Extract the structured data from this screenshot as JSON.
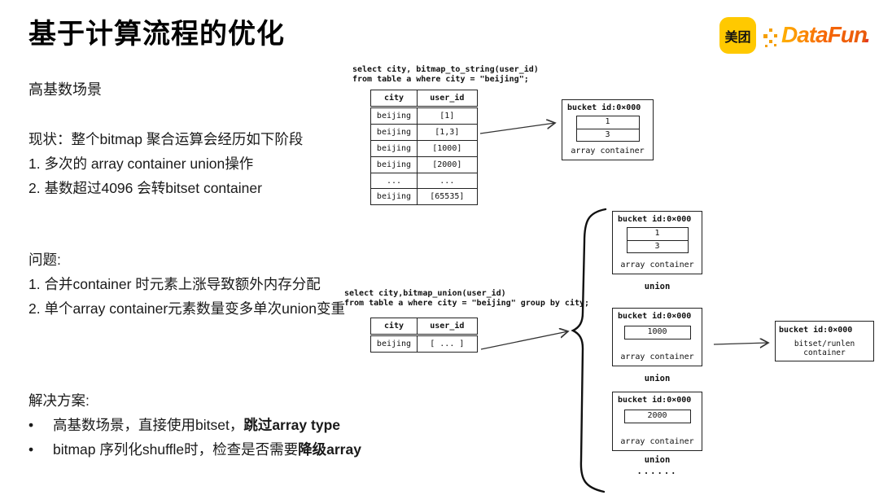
{
  "slide": {
    "title": "基于计算流程的优化",
    "section_label": "高基数场景",
    "status": {
      "heading": "现状：整个bitmap 聚合运算会经历如下阶段",
      "items": [
        "1. 多次的 array container union操作",
        "2. 基数超过4096 会转bitset container"
      ]
    },
    "problems": {
      "heading": "问题:",
      "items": [
        "1. 合并container 时元素上涨导致额外内存分配",
        "2. 单个array container元素数量变多单次union变重"
      ]
    },
    "solutions": {
      "heading": "解决方案:",
      "items": [
        {
          "bullet": "•",
          "text": "高基数场景，直接使用bitset，",
          "bold": "跳过array type"
        },
        {
          "bullet": "•",
          "text": "bitmap 序列化shuffle时，检查是否需要",
          "bold": "降级array"
        }
      ]
    }
  },
  "logos": {
    "meituan": {
      "text": "美团",
      "bg_color": "#FFC900"
    },
    "datafun": {
      "text": "DataFun",
      "dot": ".",
      "gradient_start": "#FFB100",
      "gradient_end": "#E8590C",
      "dot_color": "#E23A22"
    }
  },
  "diagram1": {
    "sql": {
      "line1": "select city, bitmap_to_string(user_id)",
      "line2": "from table a where city = \"beijing\";"
    },
    "table": {
      "headers": [
        "city",
        "user_id"
      ],
      "rows": [
        [
          "beijing",
          "[1]"
        ],
        [
          "beijing",
          "[1,3]"
        ],
        [
          "beijing",
          "[1000]"
        ],
        [
          "beijing",
          "[2000]"
        ],
        [
          "...",
          "..."
        ],
        [
          "beijing",
          "[65535]"
        ]
      ]
    },
    "bucket": {
      "title": "bucket id:0×000",
      "values": [
        "1",
        "3"
      ],
      "label": "array container"
    }
  },
  "diagram2": {
    "sql": {
      "line1": "select city,bitmap_union(user_id)",
      "line2": "from table a where city = \"beijing\" group by city;"
    },
    "table": {
      "headers": [
        "city",
        "user_id"
      ],
      "rows": [
        [
          "beijing",
          "[ ... ]"
        ]
      ]
    },
    "buckets": [
      {
        "title": "bucket id:0×000",
        "values": [
          "1",
          "3"
        ],
        "label": "array container",
        "union_label": "union"
      },
      {
        "title": "bucket id:0×000",
        "values": [
          "1000"
        ],
        "label": "array container",
        "union_label": "union"
      },
      {
        "title": "bucket id:0×000",
        "values": [
          "2000"
        ],
        "label": "array container",
        "union_label": "union"
      }
    ],
    "ellipsis": "......",
    "result_bucket": {
      "title": "bucket id:0×000",
      "label": "bitset/runlen container"
    }
  }
}
